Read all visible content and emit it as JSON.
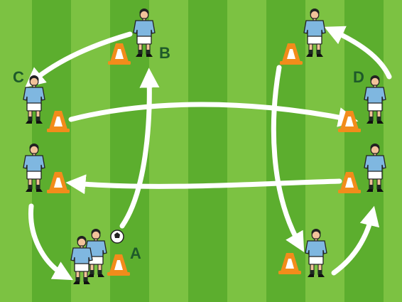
{
  "labels": {
    "a": "A",
    "b": "B",
    "c": "C",
    "d": "D"
  },
  "colors": {
    "grass_light": "#7cc242",
    "grass_dark": "#5cae2e",
    "cone": "#f28c1b",
    "shirt": "#7fb7e0",
    "label": "#1e5a2a",
    "arrows": "#ffffff"
  },
  "icons": {
    "player": "player-icon",
    "cone": "cone-icon",
    "ball": "football-icon",
    "arrow": "arrow-icon"
  }
}
